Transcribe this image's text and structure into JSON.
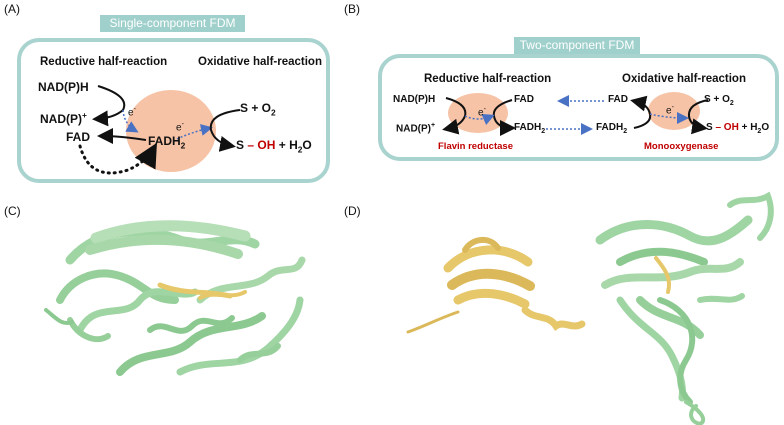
{
  "panels": {
    "a": {
      "label": "(A)",
      "banner": "Single-component FDM",
      "reductive_header": "Reductive half-reaction",
      "oxidative_header": "Oxidative half-reaction",
      "nadph": "NAD(P)H",
      "nadp_base": "NAD(P)",
      "nadp_sup": "+",
      "fad": "FAD",
      "fadh_base": "FADH",
      "fadh_sub": "2",
      "electron_base": "e",
      "electron_sup": "-",
      "s_o2_base": "S + O",
      "s_o2_sub": "2",
      "s_prefix": "S",
      "minus": "–",
      "oh": "OH",
      "h2o_prefix": "+ H",
      "h2o_sub": "2",
      "h2o_suffix": "O"
    },
    "b": {
      "label": "(B)",
      "banner": "Two-component FDM",
      "reductive_header": "Reductive half-reaction",
      "oxidative_header": "Oxidative half-reaction",
      "nadph": "NAD(P)H",
      "nadp_base": "NAD(P)",
      "nadp_sup": "+",
      "fad_1": "FAD",
      "fad_2": "FAD",
      "fadh_base": "FADH",
      "fadh_sub": "2",
      "electron_base": "e",
      "electron_sup": "-",
      "s_o2_base": "S + O",
      "s_o2_sub": "2",
      "s_prefix": "S",
      "minus": "–",
      "oh": "OH",
      "h2o_prefix": "+ H",
      "h2o_sub": "2",
      "h2o_suffix": "O",
      "enzyme_reductase": "Flavin reductase",
      "enzyme_monooxygenase": "Monooxygenase"
    },
    "c": {
      "label": "(C)"
    },
    "d": {
      "label": "(D)"
    }
  },
  "colors": {
    "box_border": "#a9d3cf",
    "banner": "#9fd0cb",
    "enzyme_blob": "#f6c3a6",
    "electron_arrow": "#4a72c4",
    "highlight_red": "#c00000",
    "protein_green": "#9fd4a3",
    "protein_yellow": "#e6c76a"
  }
}
